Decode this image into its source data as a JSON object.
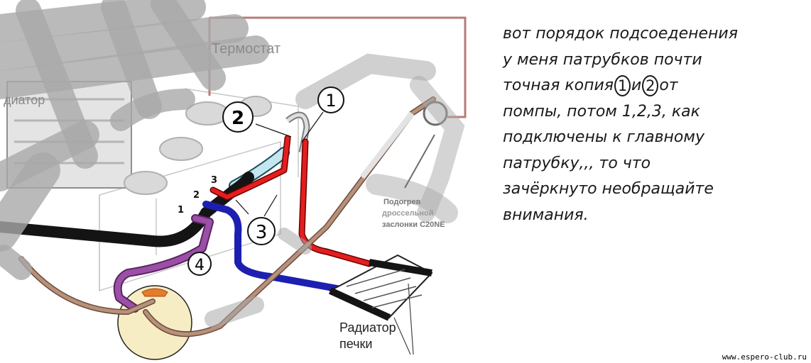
{
  "labels": {
    "thermostat": "Термостат",
    "radiator": "диатор",
    "throttle_1": "Подогрев",
    "throttle_2": "дроссельной",
    "throttle_3": "заслонки C20NE",
    "heater_1": "Радиатор",
    "heater_2": "печки",
    "num_1": "1",
    "num_2": "2",
    "num_3": "3",
    "num_4": "4",
    "small_1": "1",
    "small_2": "2",
    "small_3": "3"
  },
  "note": {
    "line1": "вот порядок подсоеденения",
    "line2": "у меня патрубков почти",
    "line3a": "точная копия",
    "circ1": "1",
    "line3b": "и",
    "circ2": "2",
    "line3c": "от",
    "line4": "помпы, потом 1,2,3, как",
    "line5": "подключены к главному",
    "line6": "патрубку,,, то что",
    "line7": "зачёркнуто необращайте",
    "line8": "внимания."
  },
  "watermark": "www.espero-club.ru",
  "colors": {
    "scribble": "#a9a9a9",
    "red_hose": "#e41e1e",
    "blue_hose": "#1d1fb0",
    "purple_hose": "#9b4fa6",
    "brown_hose": "#b8917b",
    "light_blue_hose": "#c4e6ee",
    "black_hose": "#141414"
  }
}
